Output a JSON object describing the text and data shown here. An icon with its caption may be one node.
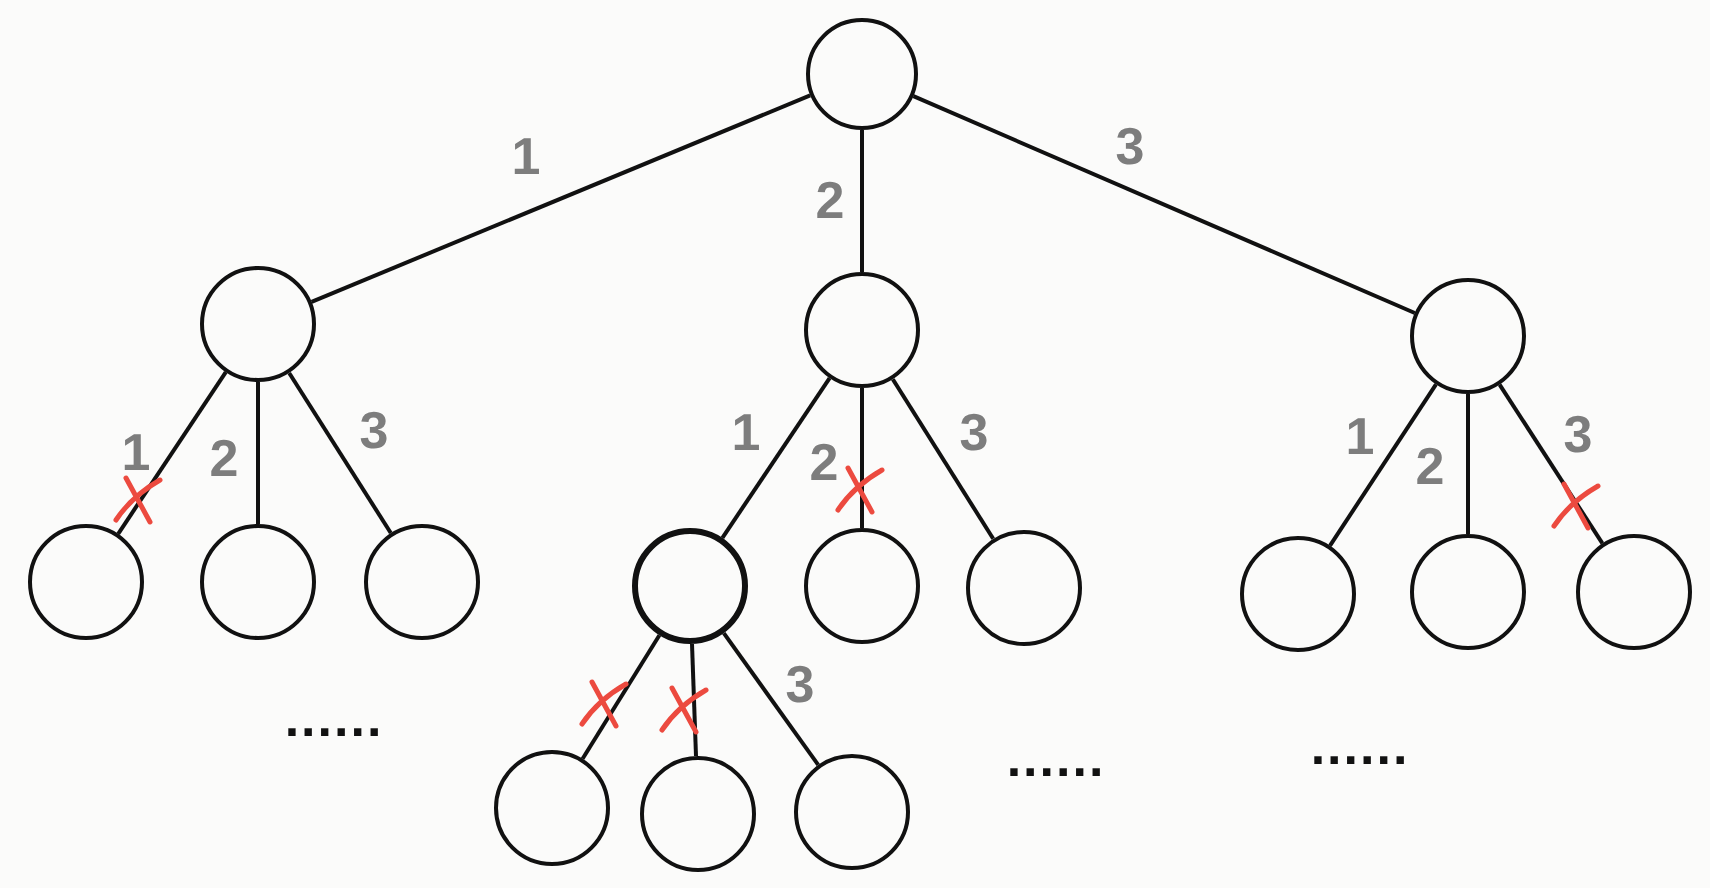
{
  "diagram": {
    "nodes": [
      {
        "text": [],
        "shape": "circle"
      },
      {
        "text": [],
        "shape": "circle"
      },
      {
        "text": [],
        "shape": "circle"
      },
      {
        "text": [],
        "shape": "circle"
      },
      {
        "text": [],
        "shape": "circle"
      },
      {
        "text": [],
        "shape": "circle"
      },
      {
        "text": [],
        "shape": "circle"
      },
      {
        "text": [],
        "shape": "circle"
      },
      {
        "text": [],
        "shape": "circle"
      },
      {
        "text": [],
        "shape": "circle"
      },
      {
        "text": [],
        "shape": "circle"
      },
      {
        "text": [],
        "shape": "circle"
      },
      {
        "text": [],
        "shape": "circle"
      },
      {
        "text": [],
        "shape": "circle"
      },
      {
        "text": [],
        "shape": "circle"
      },
      {
        "text": [],
        "shape": "circle"
      }
    ],
    "edges": [
      {
        "from": 0,
        "to": 1,
        "arrow": "none",
        "label": "1"
      },
      {
        "from": 0,
        "to": 2,
        "arrow": "none",
        "label": "2"
      },
      {
        "from": 0,
        "to": 3,
        "arrow": "none",
        "label": "3"
      },
      {
        "from": 1,
        "to": 4,
        "arrow": "none",
        "label": "1"
      },
      {
        "from": 1,
        "to": 5,
        "arrow": "none",
        "label": "2"
      },
      {
        "from": 1,
        "to": 6,
        "arrow": "none",
        "label": "3"
      },
      {
        "from": 2,
        "to": 7,
        "arrow": "none",
        "label": "1"
      },
      {
        "from": 2,
        "to": 8,
        "arrow": "none",
        "label": "2"
      },
      {
        "from": 2,
        "to": 9,
        "arrow": "none",
        "label": "3"
      },
      {
        "from": 3,
        "to": 10,
        "arrow": "none",
        "label": "1"
      },
      {
        "from": 3,
        "to": 11,
        "arrow": "none",
        "label": "2"
      },
      {
        "from": 3,
        "to": 12,
        "arrow": "none",
        "label": "3"
      },
      {
        "from": 7,
        "to": 13,
        "arrow": "none"
      },
      {
        "from": 7,
        "to": 14,
        "arrow": "none"
      },
      {
        "from": 7,
        "to": 15,
        "arrow": "none",
        "label": "3"
      }
    ],
    "labels": [
      "......",
      "......",
      "......"
    ]
  }
}
